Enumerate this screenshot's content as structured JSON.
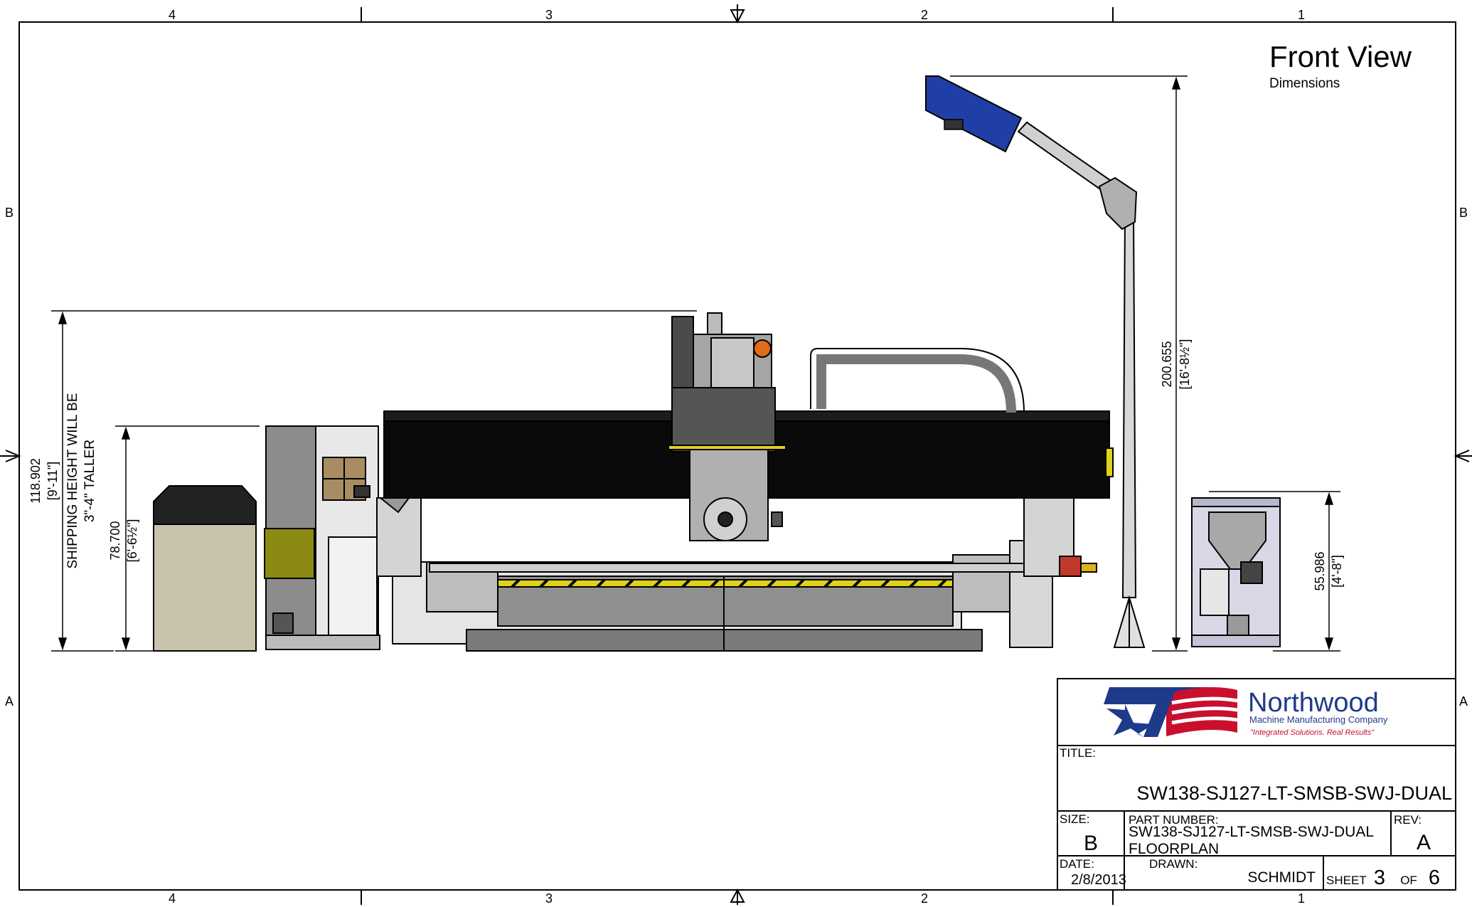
{
  "view": {
    "title": "Front View",
    "subtitle": "Dimensions"
  },
  "zones": {
    "top": [
      "4",
      "3",
      "2",
      "1"
    ],
    "bottom": [
      "4",
      "3",
      "2",
      "1"
    ],
    "left": [
      "B",
      "A"
    ],
    "right": [
      "B",
      "A"
    ]
  },
  "dimensions": {
    "overall_height": {
      "value": "118.902",
      "ftin": "[9'-11\"]"
    },
    "shipping_note_line1": "SHIPPING HEIGHT WILL BE",
    "shipping_note_line2": "3\"-4\" TALLER",
    "cabinet_height": {
      "value": "78.700",
      "ftin": "[6'-6½\"]"
    },
    "light_pole_height": {
      "value": "200.655",
      "ftin": "[16'-8½\"]"
    },
    "bin_height": {
      "value": "55.986",
      "ftin": "[4'-8\"]"
    }
  },
  "title_block": {
    "company_name": "Northwood",
    "company_sub": "Machine Manufacturing Company",
    "company_tagline": "\"Integrated Solutions. Real Results\"",
    "title_label": "TITLE:",
    "title_value": "SW138-SJ127-LT-SMSB-SWJ-DUAL",
    "size_label": "SIZE:",
    "size_value": "B",
    "part_label": "PART NUMBER:",
    "part_line1": "SW138-SJ127-LT-SMSB-SWJ-DUAL",
    "part_line2": "FLOORPLAN",
    "rev_label": "REV:",
    "rev_value": "A",
    "date_label": "DATE:",
    "date_value": "2/8/2013",
    "drawn_label": "DRAWN:",
    "drawn_value": "SCHMIDT",
    "sheet_label": "SHEET",
    "sheet_value": "3",
    "of_label": "OF",
    "of_value": "6"
  },
  "colors": {
    "light_head": "#1f3fa6",
    "cabinet_body": "#c9c3ac",
    "control_box": "#8b8a12",
    "machine_black": "#0a0a0a",
    "frame_gray": "#9a9a9a",
    "hazard_yellow": "#e0d21a",
    "flag_red": "#c8102e",
    "flag_blue": "#1e3a8a"
  }
}
